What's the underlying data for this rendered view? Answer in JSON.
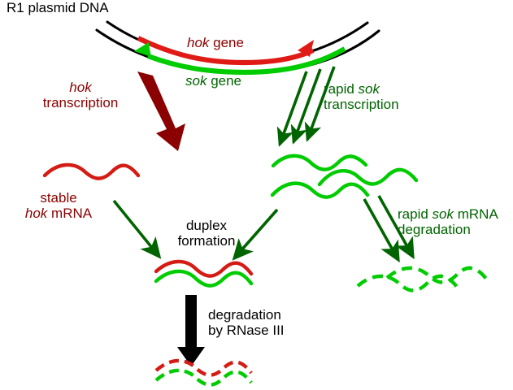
{
  "figure": {
    "title": "R1 plasmid hok/sok post-segregational killing system",
    "background": "#ffffff"
  },
  "colors": {
    "dna_black": "#000000",
    "hok_gene_red": "#E01B16",
    "sok_gene_green": "#00CC00",
    "hok_label_darkred": "#8B0000",
    "sok_label_darkgreen": "#006400",
    "hok_mrna_red": "#D41C14",
    "sok_mrna_green": "#00CC00",
    "arrow_darkred": "#8B0000",
    "arrow_darkgreen": "#006400",
    "arrow_black": "#000000",
    "text_black": "#000000"
  },
  "labels": {
    "plasmid_title": "R1 plasmid DNA",
    "hok_gene": {
      "italic": "hok",
      "rest": " gene"
    },
    "sok_gene": {
      "italic": "sok",
      "rest": " gene"
    },
    "hok_transcription": {
      "line1_italic": "hok",
      "line2": "transcription"
    },
    "rapid_sok_transcription": {
      "line1_pre": "rapid ",
      "line1_italic": "sok",
      "line2": "transcription"
    },
    "stable_hok_mrna": {
      "line1": "stable",
      "line2_italic": "hok",
      "line2_rest": " mRNA"
    },
    "duplex_formation": {
      "line1": "duplex",
      "line2": "formation"
    },
    "rapid_sok_mrna_degradation": {
      "line1_pre": "rapid ",
      "line1_italic": "sok",
      "line1_post": " mRNA",
      "line2": "degradation"
    },
    "degradation_rnase": {
      "line1": "degradation",
      "line2": "by RNase III"
    }
  },
  "elements": {
    "dna_strands": {
      "name": "plasmid-dna-double-strand",
      "description": "two black arcs forming the plasmid backbone, open at both ends"
    },
    "hok_gene_arc": {
      "name": "hok-gene-arc",
      "direction": "rightward",
      "arrowhead": "right-end",
      "color": "#E01B16"
    },
    "sok_gene_arc": {
      "name": "sok-gene-arc",
      "direction": "leftward",
      "arrowhead": "left-end",
      "color": "#00CC00"
    },
    "hok_transcription_arrow": {
      "count": 1,
      "style": "thick-tapered",
      "color": "#8B0000"
    },
    "sok_transcription_arrows": {
      "count": 3,
      "style": "thin",
      "color": "#006400"
    },
    "duplex_formation_arrows": {
      "count": 2,
      "style": "thin-converging",
      "color": "#006400"
    },
    "sok_degradation_arrows": {
      "count": 2,
      "style": "thin",
      "color": "#006400"
    },
    "rnase_degradation_arrow": {
      "count": 1,
      "style": "block-arrow",
      "color": "#000000"
    },
    "hok_mrna_wave": {
      "count": 1,
      "color": "#D41C14",
      "dashed": false
    },
    "sok_mrna_waves": {
      "count": 3,
      "color": "#00CC00",
      "dashed": false
    },
    "duplex_wave_pair": {
      "top_color": "#D41C14",
      "bottom_color": "#00CC00",
      "dashed": false
    },
    "degraded_duplex_fragments": {
      "top_color": "#D41C14",
      "bottom_color": "#00CC00",
      "dashed": true
    },
    "degraded_sok_fragments": {
      "color": "#00CC00",
      "dashed": true
    }
  }
}
